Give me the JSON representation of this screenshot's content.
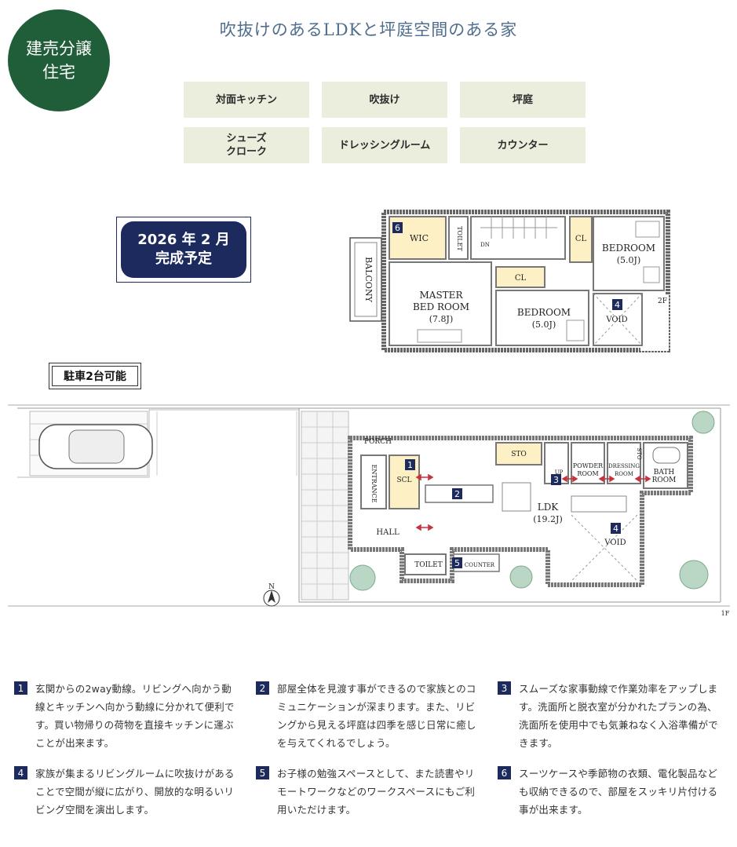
{
  "badge": "建売分譲\n住宅",
  "title": "吹抜けのあるLDKと坪庭空間のある家",
  "features": [
    "対面キッチン",
    "吹抜け",
    "坪庭",
    "シューズ\nクローク",
    "ドレッシングルーム",
    "カウンター"
  ],
  "completion": "2026 年 2 月\n完成予定",
  "parking": "駐車2台可能",
  "floor2": {
    "wic": "WIC",
    "toilet": "TOILET",
    "dn": "DN",
    "cl1": "CL",
    "cl2": "CL",
    "bedroom1": "BEDROOM",
    "bedroom1_size": "(5.0J)",
    "balcony": "BALCONY",
    "master": "MASTER",
    "master2": "BED ROOM",
    "master_size": "(7.8J)",
    "bedroom2": "BEDROOM",
    "bedroom2_size": "(5.0J)",
    "void": "VOID",
    "floor_label": "2F"
  },
  "floor1": {
    "porch": "PORCH",
    "entrance": "ENTRANCE",
    "scl": "SCL",
    "sto1": "STO",
    "sto2": "STO",
    "up": "UP",
    "powder": "POWDER",
    "powder2": "ROOM",
    "dressing": "DRESSING",
    "dressing2": "ROOM",
    "bath": "BATH",
    "bath2": "ROOM",
    "ldk": "LDK",
    "ldk_size": "(19.2J)",
    "hall": "HALL",
    "void": "VOID",
    "toilet": "TOILET",
    "counter": "COUNTER",
    "north": "N",
    "floor_label": "1F"
  },
  "markers": [
    "1",
    "2",
    "3",
    "4",
    "4",
    "5",
    "6"
  ],
  "descriptions": [
    {
      "num": "1",
      "text": "玄関からの2way動線。リビングへ向かう動線とキッチンへ向かう動線に分かれて便利です。買い物帰りの荷物を直接キッチンに運ぶことが出来ます。"
    },
    {
      "num": "2",
      "text": "部屋全体を見渡す事ができるので家族とのコミュニケーションが深まります。また、リビングから見える坪庭は四季を感じ日常に癒しを与えてくれるでしょう。"
    },
    {
      "num": "3",
      "text": "スムーズな家事動線で作業効率をアップします。洗面所と脱衣室が分かれたプランの為、洗面所を使用中でも気兼ねなく入浴準備ができます。"
    },
    {
      "num": "4",
      "text": "家族が集まるリビングルームに吹抜けがあることで空間が縦に広がり、開放的な明るいリビング空間を演出します。"
    },
    {
      "num": "5",
      "text": "お子様の勉強スペースとして、また読書やリモートワークなどのワークスペースにもご利用いただけます。"
    },
    {
      "num": "6",
      "text": "スーツケースや季節物の衣類、電化製品なども収納できるので、部屋をスッキリ片付ける事が出来ます。"
    }
  ],
  "colors": {
    "badge": "#1f5e38",
    "navy": "#1c2a5e",
    "feature_bg": "#eceedd",
    "title": "#4f6e8e",
    "arrow": "#c8323c"
  }
}
